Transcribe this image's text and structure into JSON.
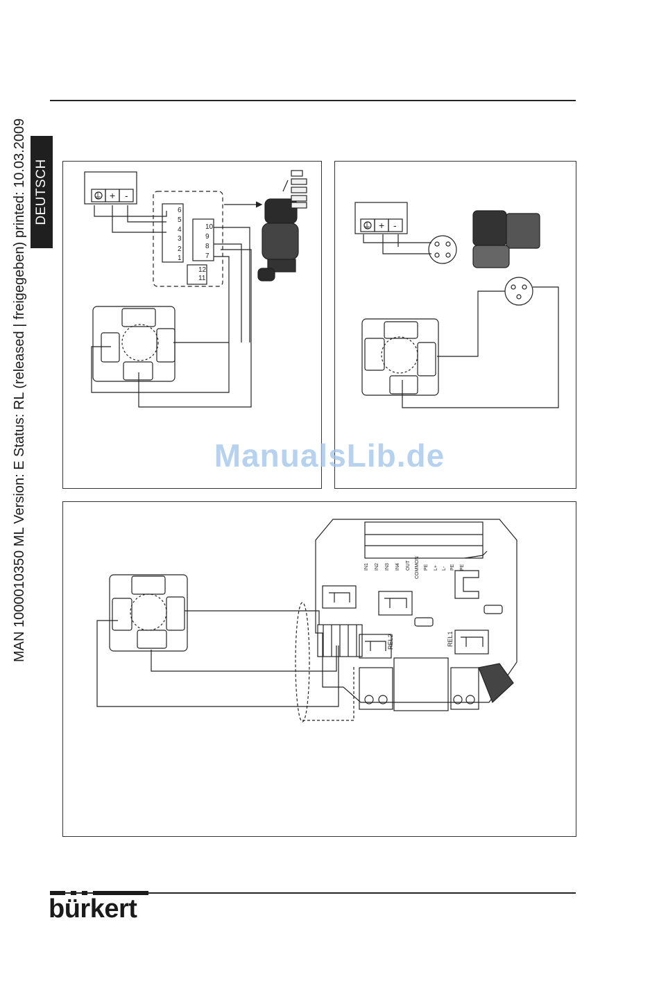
{
  "side_header": {
    "text": "MAN  1000010350  ML  Version: E  Status: RL (released | freigegeben)  printed: 10.03.2009"
  },
  "language_tab": "DEUTSCH",
  "watermark": "ManualsLib.de",
  "brand": {
    "name": "bürkert"
  },
  "diagrams": {
    "connector_symbols": {
      "ground": "⏚",
      "plus": "+",
      "minus": "-"
    },
    "terminals_left_col": [
      "1",
      "2",
      "3",
      "4",
      "5",
      "6"
    ],
    "terminals_mid_col": [
      "7",
      "8",
      "9",
      "10"
    ],
    "terminals_extra": [
      "11",
      "12"
    ],
    "board_terminal_labels": [
      "IN1",
      "IN2",
      "IN3",
      "IN4",
      "OUT",
      "COMMON",
      "PE",
      "L+",
      "L-",
      "PE",
      "PE"
    ],
    "relay_labels": {
      "rel2": "REL2",
      "rel1": "REL1"
    }
  }
}
